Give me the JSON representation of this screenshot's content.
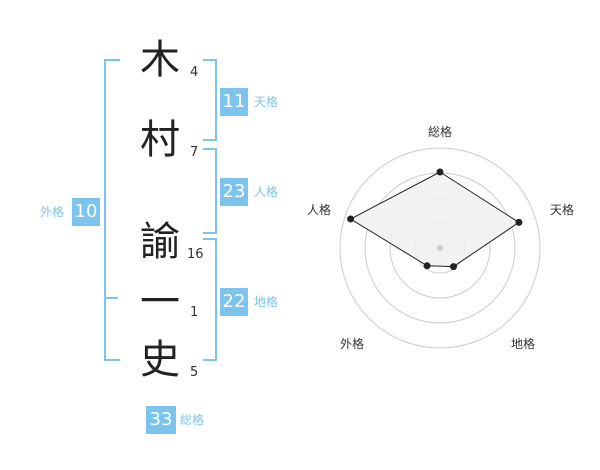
{
  "name": {
    "chars": [
      {
        "char": "木",
        "strokes": "4"
      },
      {
        "char": "村",
        "strokes": "7"
      },
      {
        "char": "諭",
        "strokes": "16"
      },
      {
        "char": "一",
        "strokes": "1"
      },
      {
        "char": "史",
        "strokes": "5"
      }
    ]
  },
  "fortunes": {
    "tenkaku": {
      "value": "11",
      "label": "天格"
    },
    "jinkaku": {
      "value": "23",
      "label": "人格"
    },
    "chikaku": {
      "value": "22",
      "label": "地格"
    },
    "gaikaku": {
      "value": "10",
      "label": "外格"
    },
    "soukaku": {
      "value": "33",
      "label": "総格"
    }
  },
  "chart_data": {
    "type": "radar",
    "axes": [
      "総格",
      "天格",
      "地格",
      "外格",
      "人格"
    ],
    "values": [
      0.76,
      0.83,
      0.23,
      0.22,
      0.94
    ],
    "range": [
      0,
      1
    ],
    "rings": 4,
    "colors": {
      "fill": "#f0f0f0",
      "line": "#222222",
      "ring": "#cccccc",
      "center": "#cccccc"
    }
  }
}
